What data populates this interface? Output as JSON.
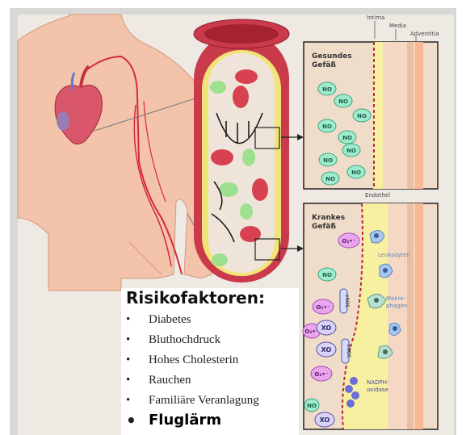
{
  "layers": {
    "intima": "Intima",
    "media": "Media",
    "adventitia": "Adventitia",
    "endothel": "Endothel"
  },
  "healthy": {
    "title_line1": "Gesundes",
    "title_line2": "Gefäß",
    "no_labels": [
      "NO",
      "NO",
      "NO",
      "NO",
      "NO",
      "NO",
      "NO",
      "NO",
      "NO"
    ]
  },
  "diseased": {
    "title_line1": "Krankes",
    "title_line2": "Gefäß",
    "leukozyten": "Leukozyten",
    "makrophagen_line1": "Makro-",
    "makrophagen_line2": "phagen",
    "nadph_line1": "NADPH-",
    "nadph_line2": "oxidase",
    "enos": "eNOS",
    "no": "NO",
    "xo": "XO",
    "superoxide": "O₂•⁻"
  },
  "risk_factors": {
    "title": "Risikofaktoren:",
    "items": [
      "Diabetes",
      "Bluthochdruck",
      "Hohes Cholesterin",
      "Rauchen",
      "Familiäre Veranlagung"
    ],
    "highlight": "Fluglärm"
  }
}
